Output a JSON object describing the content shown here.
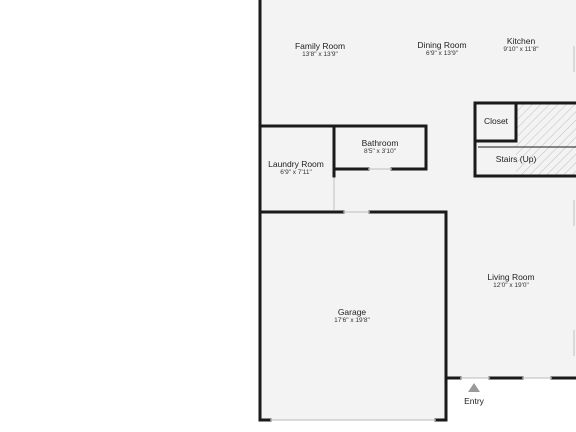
{
  "rooms": {
    "family_room": {
      "name": "Family Room",
      "dim": "13'8\" x 13'9\""
    },
    "dining_room": {
      "name": "Dining Room",
      "dim": "6'9\" x 13'9\""
    },
    "kitchen": {
      "name": "Kitchen",
      "dim": "9'10\" x 11'8\""
    },
    "closet": {
      "name": "Closet"
    },
    "stairs": {
      "name": "Stairs (Up)"
    },
    "bathroom": {
      "name": "Bathroom",
      "dim": "8'5\" x 3'10\""
    },
    "laundry_room": {
      "name": "Laundry Room",
      "dim": "6'9\" x 7'11\""
    },
    "garage": {
      "name": "Garage",
      "dim": "17'6\" x 19'8\""
    },
    "living_room": {
      "name": "Living Room",
      "dim": "12'0\" x 19'0\""
    }
  },
  "entry_label": "Entry",
  "colors": {
    "wall": "#1a1a1a",
    "floor": "#f3f3f3",
    "window": "#c8c8c8",
    "hatch": "#bdbdbd",
    "entry_marker": "#9a9a9a"
  }
}
